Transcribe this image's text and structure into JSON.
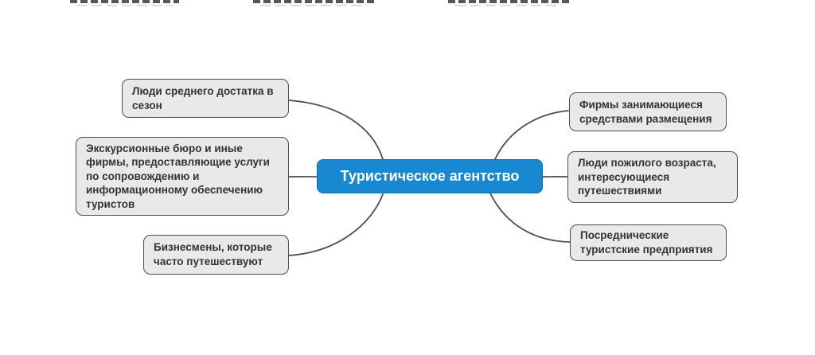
{
  "diagram": {
    "center": {
      "label": "Туристическое агентство"
    },
    "left_nodes": [
      {
        "label": "Люди среднего достатка в\nсезон"
      },
      {
        "label": "Экскурсионные бюро и иные\nфирмы, предоставляющие услуги\nпо сопровождению и\nинформационному обеспечению\nтуристов"
      },
      {
        "label": "Бизнесмены, которые\nчасто путешествуют"
      }
    ],
    "right_nodes": [
      {
        "label": "Фирмы занимающиеся\nсредствами размещения"
      },
      {
        "label": "Люди пожилого возраста,\nинтересующиеся\nпутешествиями"
      },
      {
        "label": "Посреднические\nтуристские предприятия"
      }
    ],
    "colors": {
      "center_fill": "#1788d1",
      "center_border": "#0e6cb0",
      "center_text": "#ffffff",
      "node_fill": "#e9e9e9",
      "node_border": "#4d4d4d",
      "node_text": "#333333",
      "connector": "#4d4d4d",
      "background": "#ffffff"
    }
  }
}
